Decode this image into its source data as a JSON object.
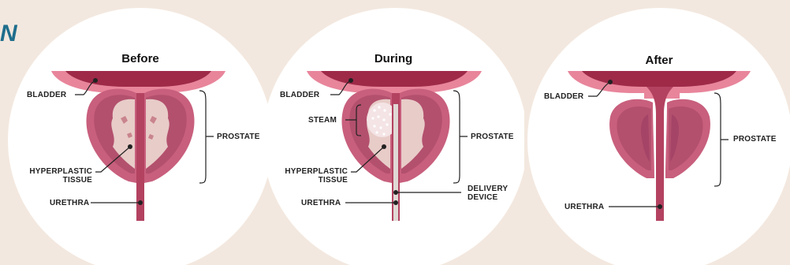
{
  "header": {
    "brand_fragment": "N"
  },
  "panels": [
    {
      "title": "Before",
      "labels": {
        "bladder": "BLADDER",
        "prostate": "PROSTATE",
        "hyperplastic_line1": "HYPERPLASTIC",
        "hyperplastic_line2": "TISSUE",
        "urethra": "URETHRA"
      }
    },
    {
      "title": "During",
      "labels": {
        "bladder": "BLADDER",
        "steam": "STEAM",
        "prostate": "PROSTATE",
        "hyperplastic_line1": "HYPERPLASTIC",
        "hyperplastic_line2": "TISSUE",
        "delivery_line1": "DELIVERY",
        "delivery_line2": "DEVICE",
        "urethra": "URETHRA"
      }
    },
    {
      "title": "After",
      "labels": {
        "bladder": "BLADDER",
        "prostate": "PROSTATE",
        "urethra": "URETHRA"
      }
    }
  ],
  "colors": {
    "background": "#f3e8df",
    "circle": "#ffffff",
    "bladder": "#9e2a48",
    "bladder_wall": "#e8859b",
    "prostate": "#c85f7d",
    "prostate_inner": "#a54466",
    "hyperplastic": "#e8ccc8",
    "brand": "#1f6e8c"
  }
}
